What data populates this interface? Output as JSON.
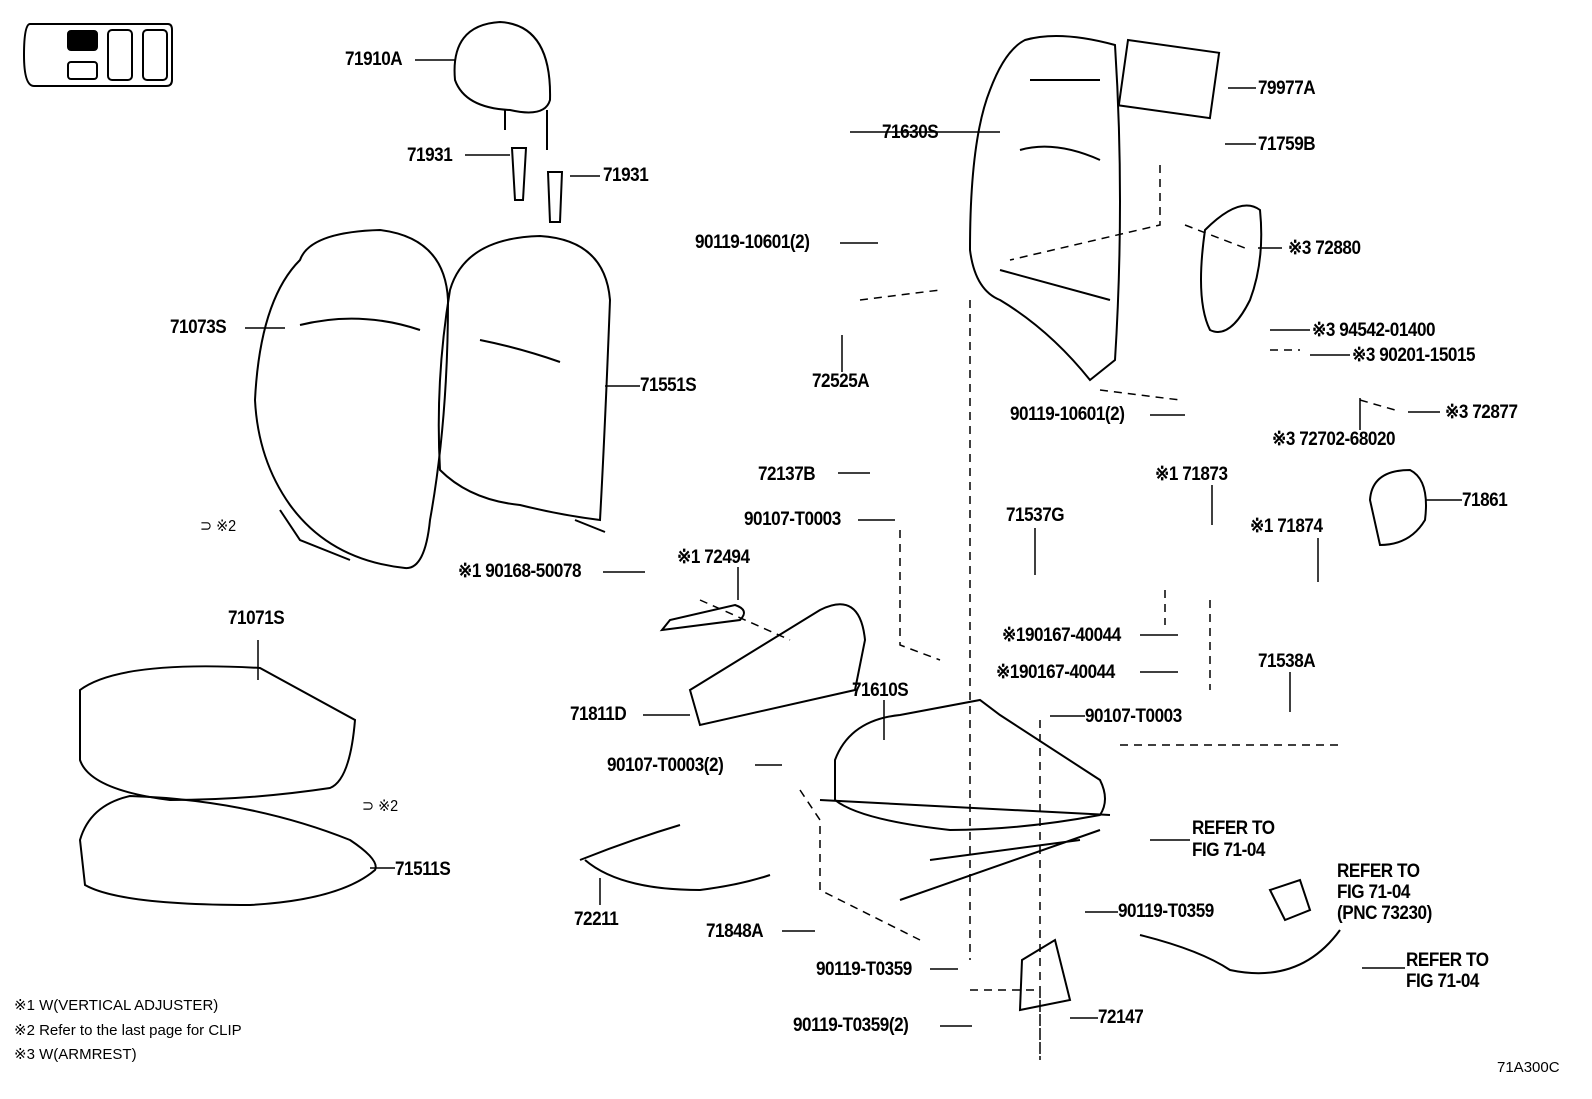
{
  "labels": {
    "p71910A": "71910A",
    "p71931a": "71931",
    "p71931b": "71931",
    "p71073S": "71073S",
    "p71551S": "71551S",
    "clip_upper": "※2",
    "p71071S": "71071S",
    "clip_lower": "※2",
    "p71511S": "71511S",
    "p71630S": "71630S",
    "p79977A": "79977A",
    "p71759B": "71759B",
    "b10601a": "90119-10601(2)",
    "p72880": "※3 72880",
    "p72525A": "72525A",
    "p94542": "※3 94542-01400",
    "p90201": "※3 90201-15015",
    "b10601b": "90119-10601(2)",
    "p72877": "※3 72877",
    "p72702": "※3 72702-68020",
    "p72137B": "72137B",
    "p71873": "※1 71873",
    "p71861": "71861",
    "t0003a": "90107-T0003",
    "p71537G": "71537G",
    "p71874": "※1 71874",
    "p90168": "※1 90168-50078",
    "p72494": "※1 72494",
    "b40044a": "※190167-40044",
    "b40044b": "※190167-40044",
    "p71538A": "71538A",
    "p71610S": "71610S",
    "p71811D": "71811D",
    "t0003b": "90107-T0003",
    "t0003c": "90107-T0003(2)",
    "ref1a": "REFER TO",
    "ref1b": "FIG 71-04",
    "ref2a": "REFER TO",
    "ref2b": "FIG 71-04",
    "ref2c": "(PNC 73230)",
    "t0359a": "90119-T0359",
    "p72211": "72211",
    "p71848A": "71848A",
    "ref3a": "REFER TO",
    "ref3b": "FIG 71-04",
    "t0359b": "90119-T0359",
    "p72147": "72147",
    "t0359c": "90119-T0359(2)"
  },
  "footnotes": [
    "※1 W(VERTICAL  ADJUSTER)",
    "※2 Refer to the last page for CLIP",
    "※3 W(ARMREST)"
  ],
  "figure_code": "71A300C"
}
